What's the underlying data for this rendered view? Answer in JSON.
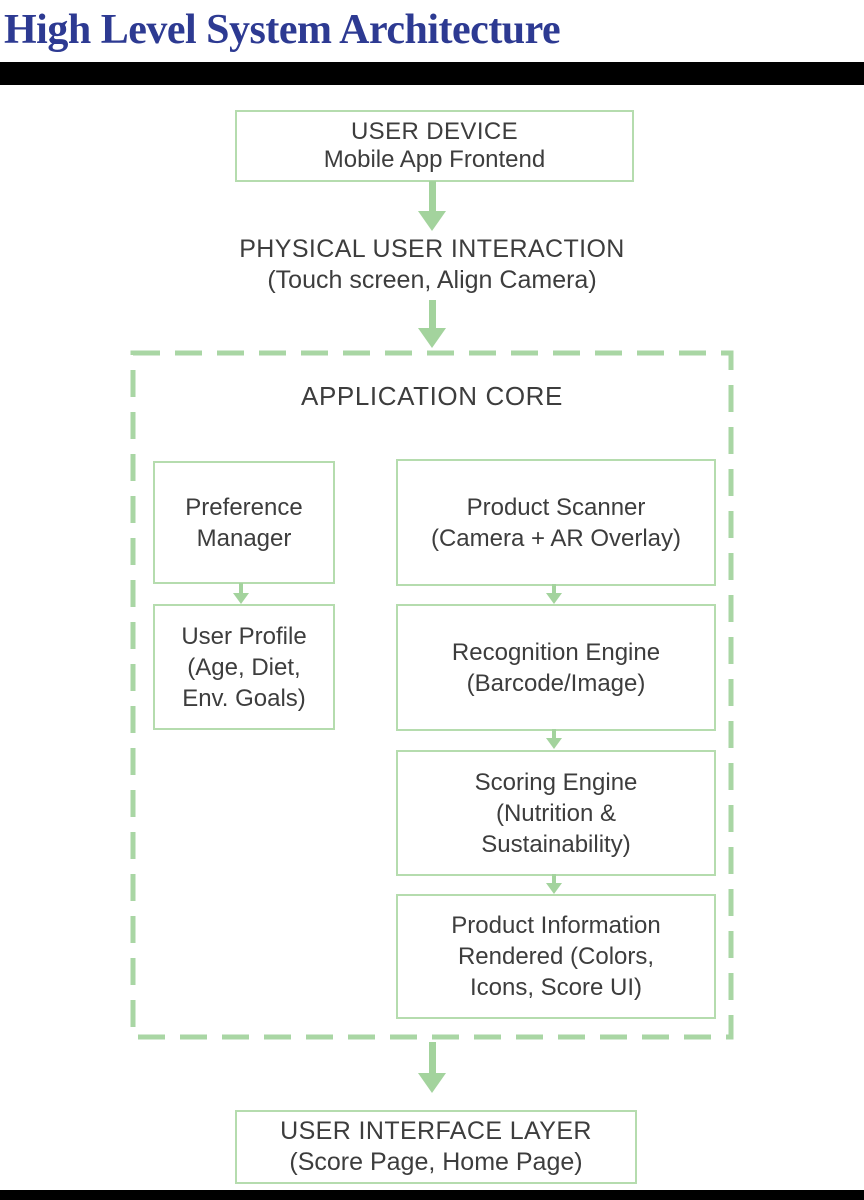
{
  "title": "High Level System Architecture",
  "colors": {
    "title_text": "#2d3a92",
    "box_border": "#b5dcae",
    "arrow_green": "#a3d39d",
    "dashed_border": "#a9d6a4",
    "body_text": "#3d3d3d",
    "frame_bar": "#000000"
  },
  "diagram": {
    "user_device": {
      "lines": [
        "USER DEVICE",
        "Mobile App Frontend"
      ]
    },
    "physical_interaction": {
      "lines": [
        "PHYSICAL USER INTERACTION",
        "(Touch screen, Align Camera)"
      ]
    },
    "application_core": {
      "label": "APPLICATION CORE"
    },
    "preference_manager": {
      "lines": [
        "Preference",
        "Manager"
      ]
    },
    "user_profile": {
      "lines": [
        "User Profile",
        "(Age, Diet,",
        "Env. Goals)"
      ]
    },
    "product_scanner": {
      "lines": [
        "Product Scanner",
        "(Camera + AR Overlay)"
      ]
    },
    "recognition_engine": {
      "lines": [
        "Recognition Engine",
        "(Barcode/Image)"
      ]
    },
    "scoring_engine": {
      "lines": [
        "Scoring Engine",
        "(Nutrition &",
        "Sustainability)"
      ]
    },
    "product_information": {
      "lines": [
        "Product Information",
        "Rendered (Colors,",
        "Icons, Score UI)"
      ]
    },
    "ui_layer": {
      "lines": [
        "USER INTERFACE LAYER",
        "(Score Page, Home Page)"
      ]
    }
  }
}
